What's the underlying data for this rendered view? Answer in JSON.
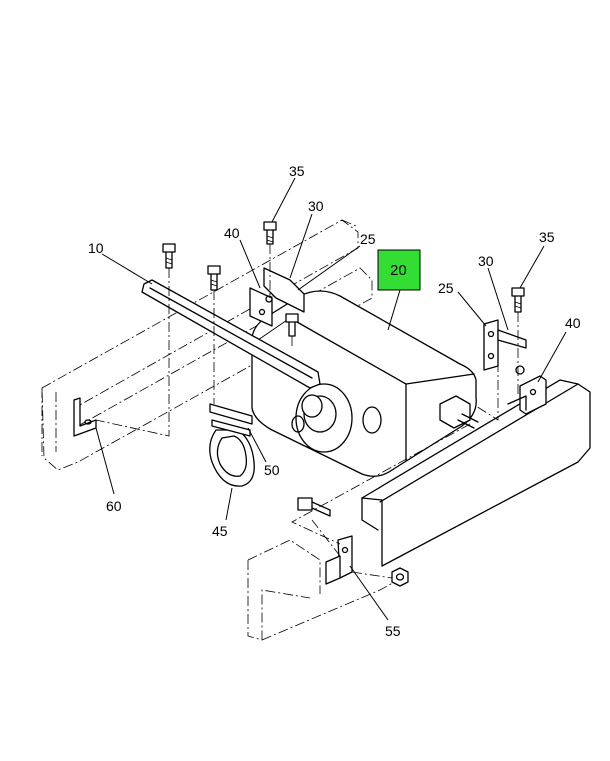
{
  "callouts": {
    "c10": "10",
    "c20": "20",
    "c25a": "25",
    "c25b": "25",
    "c30a": "30",
    "c30b": "30",
    "c35a": "35",
    "c35b": "35",
    "c40a": "40",
    "c40b": "40",
    "c45": "45",
    "c50": "50",
    "c55": "55",
    "c60": "60"
  },
  "colors": {
    "highlight_fill": "#33dd33",
    "line": "#000000",
    "background": "#ffffff"
  }
}
